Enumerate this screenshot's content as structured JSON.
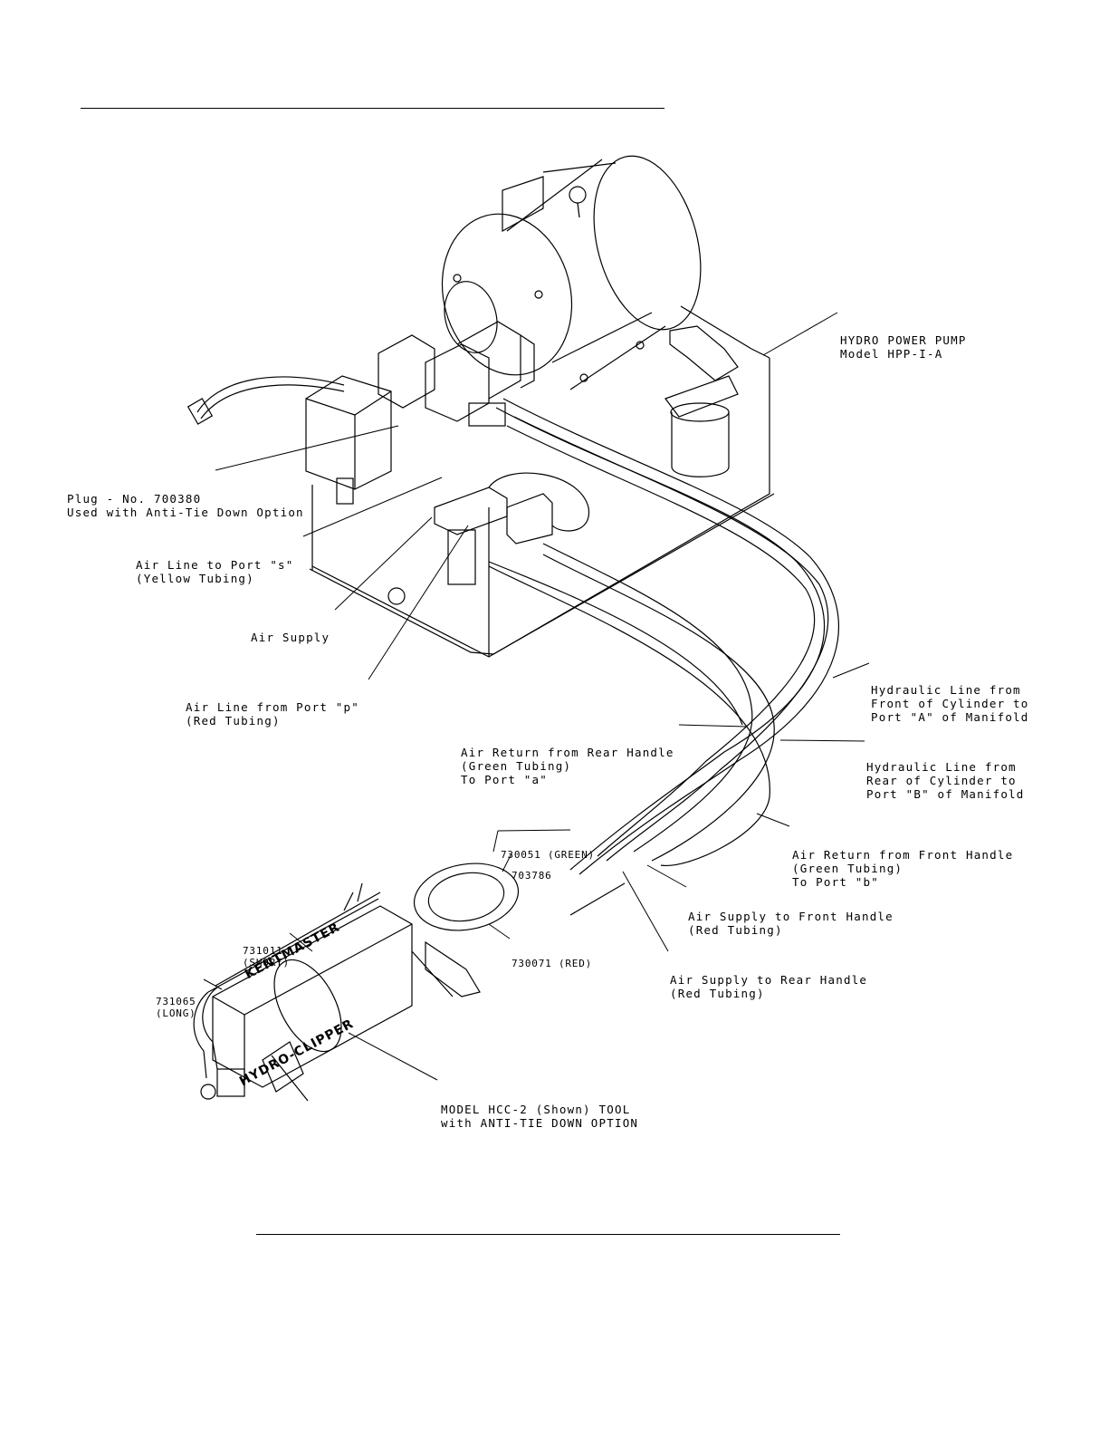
{
  "labels": {
    "pump": [
      "HYDRO POWER PUMP",
      "Model HPP-I-A"
    ],
    "plug": [
      "Plug - No. 700380",
      "Used with Anti-Tie Down Option"
    ],
    "air_line_s": [
      "Air Line to Port \"s\"",
      "(Yellow Tubing)"
    ],
    "air_supply": [
      "Air Supply"
    ],
    "air_line_p": [
      "Air Line from Port \"p\"",
      "(Red Tubing)"
    ],
    "hyd_front": [
      "Hydraulic Line from",
      "Front of Cylinder to",
      "Port \"A\" of Manifold"
    ],
    "air_return_rear": [
      "Air Return from Rear Handle",
      "(Green Tubing)",
      "To Port \"a\""
    ],
    "hyd_rear": [
      "Hydraulic Line from",
      "Rear of Cylinder to",
      "Port \"B\" of Manifold"
    ],
    "air_return_front": [
      "Air Return from Front Handle",
      "(Green Tubing)",
      "To Port \"b\""
    ],
    "part_730051": [
      "730051 (GREEN)"
    ],
    "part_703786": [
      "703786"
    ],
    "part_730071": [
      "730071 (RED)"
    ],
    "part_731011": [
      "731011",
      "(SHORT)"
    ],
    "part_731065": [
      "731065",
      "(LONG)"
    ],
    "air_supply_front": [
      "Air Supply to Front Handle",
      "(Red Tubing)"
    ],
    "air_supply_rear": [
      "Air Supply to Rear Handle",
      "(Red Tubing)"
    ],
    "model_tool": [
      "MODEL HCC-2 (Shown) TOOL",
      "with ANTI-TIE DOWN OPTION"
    ]
  },
  "tool_markings": {
    "brand": "KENTMASTER",
    "name": "HYDRO-CLIPPER"
  }
}
